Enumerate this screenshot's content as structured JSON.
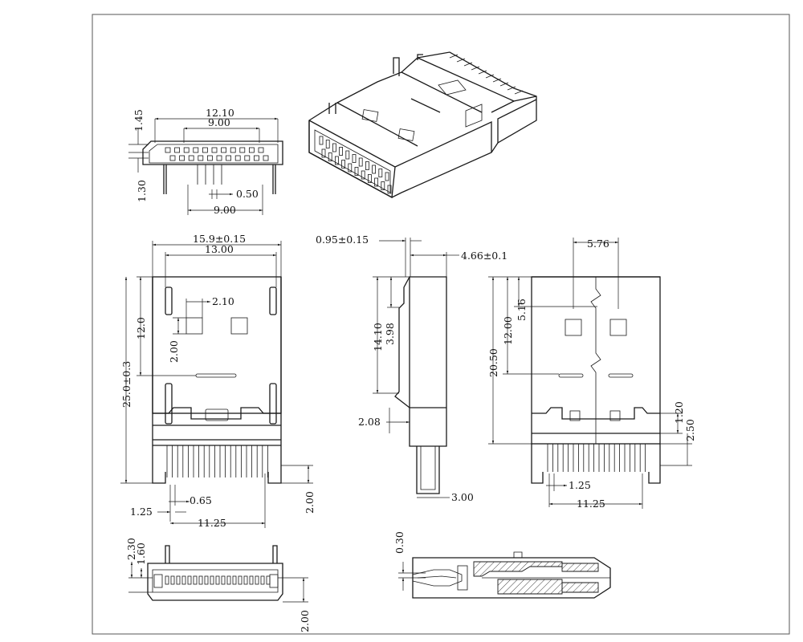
{
  "dimensions": {
    "front_top_width": "12.10",
    "front_inner_width": "9.00",
    "front_height_top": "1.45",
    "front_height_bottom": "1.30",
    "front_pitch": "0.50",
    "front_bottom_width": "9.00",
    "top_overall_width": "15.9±0.15",
    "top_inner_width": "13.00",
    "top_window_width": "2.10",
    "top_window_height": "2.00",
    "top_front_length": "12.0",
    "top_overall_length": "25.0±0.3",
    "top_pin_pitch": "0.65",
    "top_pin_offset": "1.25",
    "top_pin_span": "11.25",
    "top_tail_length": "2.00",
    "side_lip": "0.95±0.15",
    "side_thickness": "4.66±0.1",
    "side_length_a": "14.10",
    "side_length_b": "3.98",
    "side_step": "2.08",
    "side_tail": "3.00",
    "bottom_width": "5.76",
    "bottom_offset": "5.16",
    "bottom_length_a": "12.00",
    "bottom_length_b": "20.50",
    "bottom_step_a": "1.20",
    "bottom_step_b": "2.50",
    "bottom_pin_offset": "1.25",
    "bottom_pin_span": "11.25",
    "end_height_a": "2.30",
    "end_height_b": "1.60",
    "end_tail": "2.00",
    "section_thickness": "0.30"
  }
}
